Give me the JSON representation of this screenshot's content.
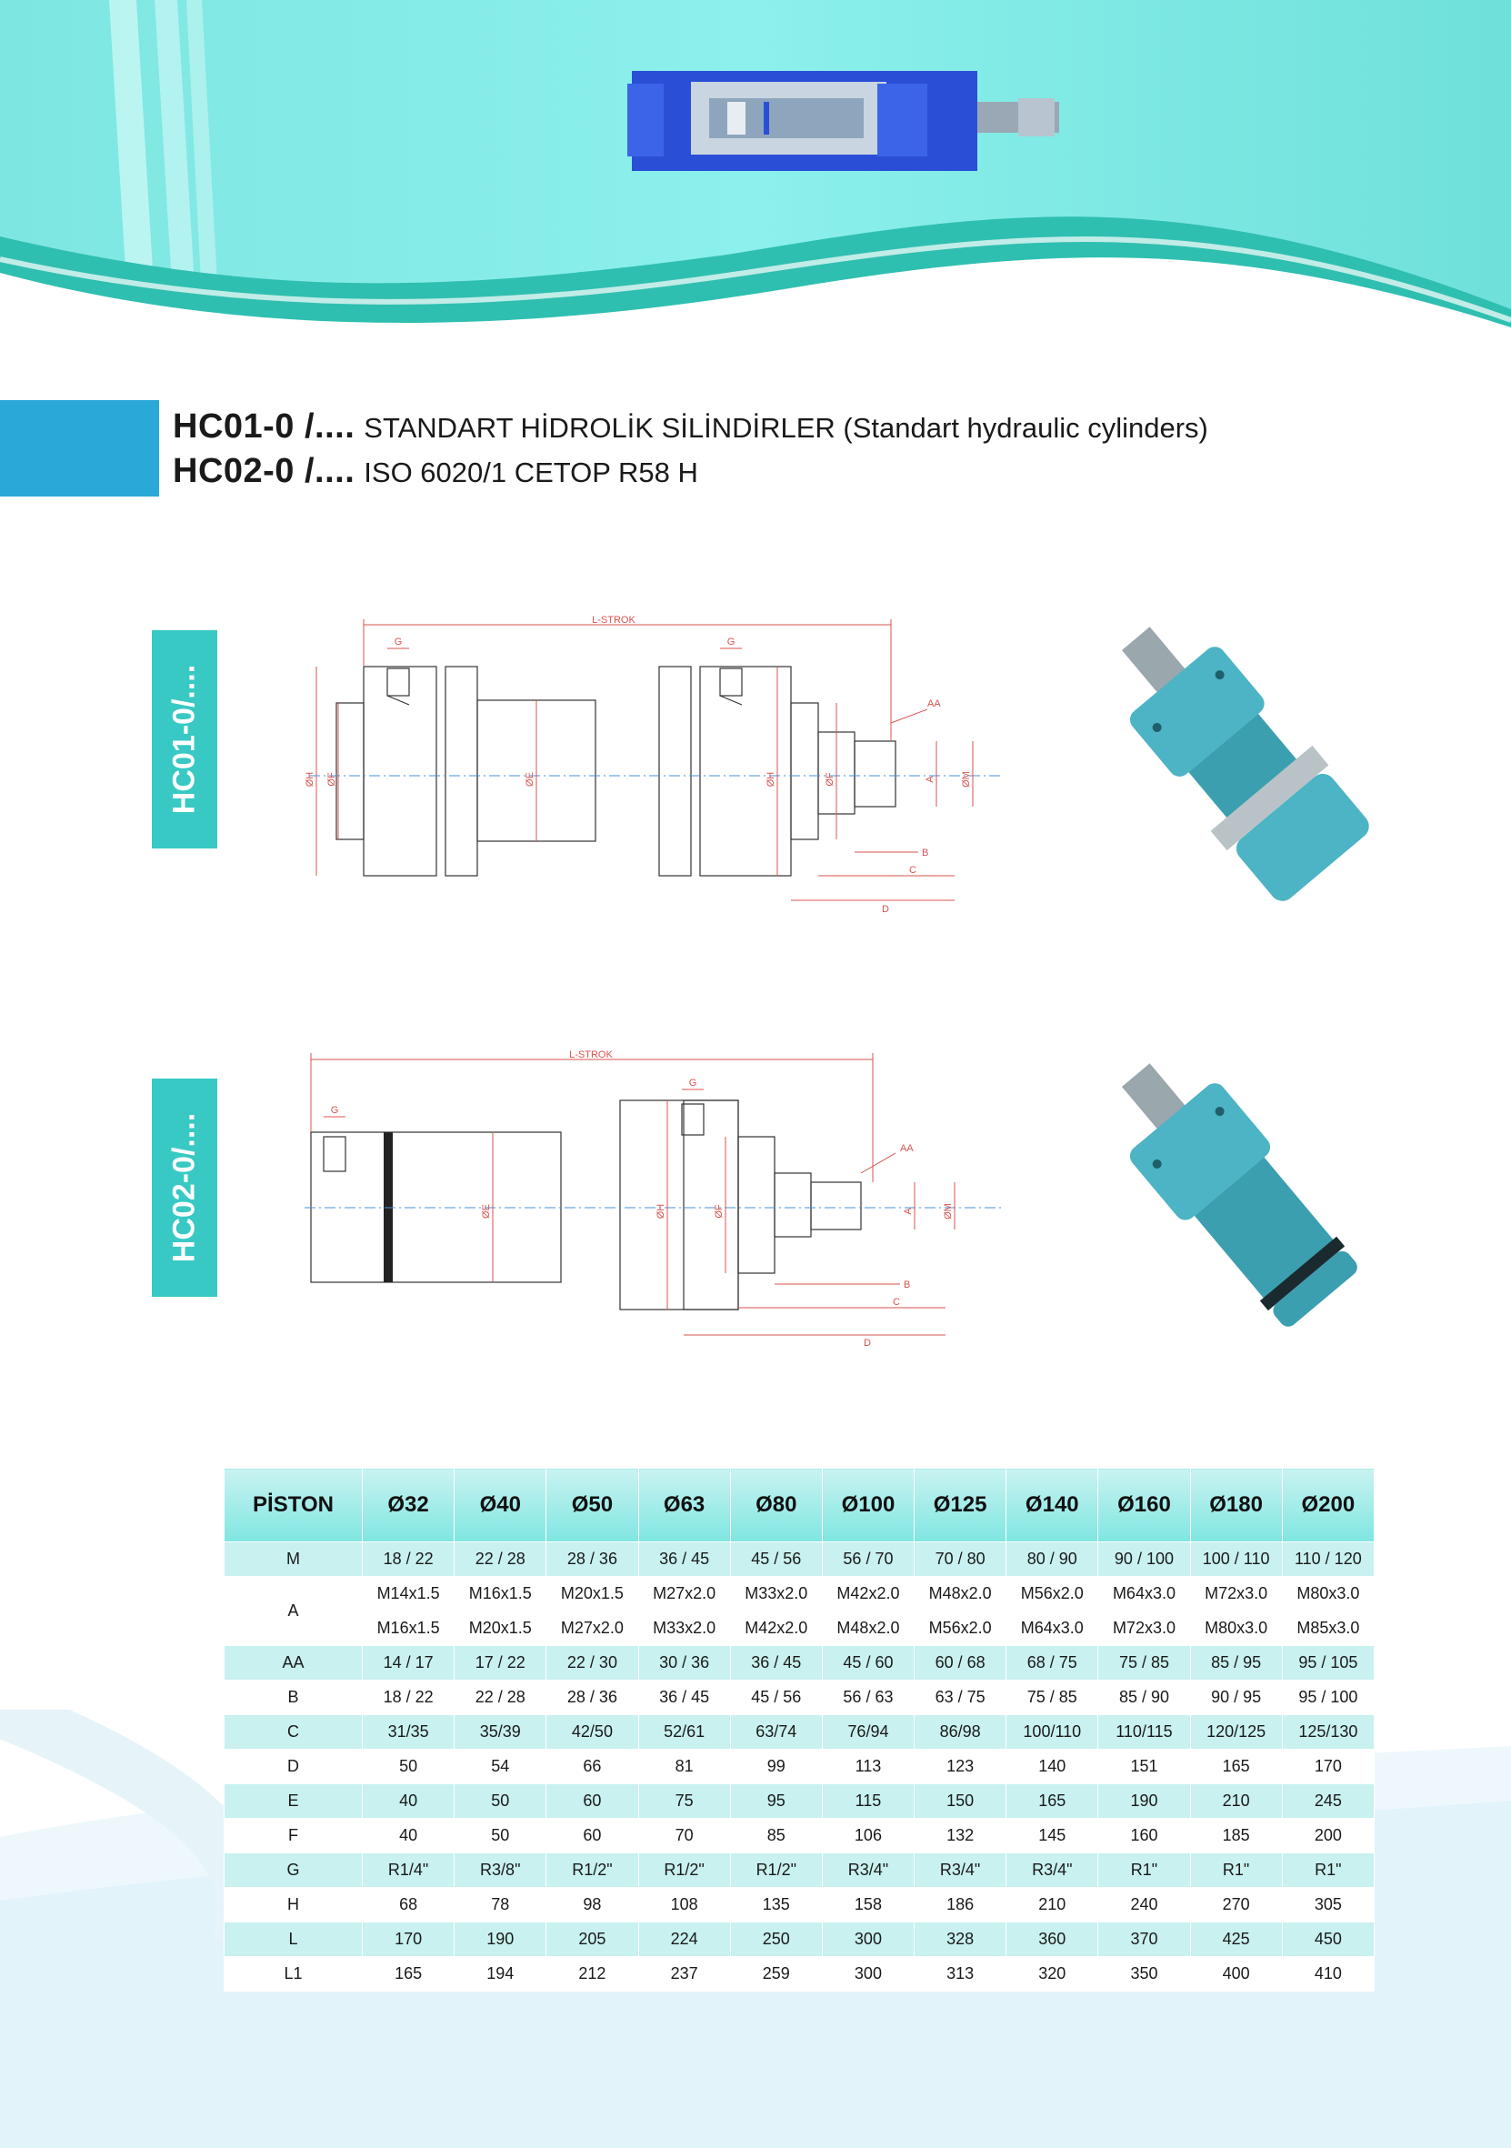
{
  "header": {
    "line1_code": "HC01-0 /....",
    "line1_desc": "STANDART HİDROLİK SİLİNDİRLER (Standart hydraulic cylinders)",
    "line2_code": "HC02-0 /....",
    "line2_desc": "ISO 6020/1 CETOP R58 H"
  },
  "sections": [
    {
      "tab": "HC01-0/....",
      "dims": {
        "length": "L-STROK",
        "g": "G",
        "aa": "AA",
        "h": "ØH",
        "f": "ØF",
        "e": "ØE",
        "h2": "ØH",
        "f2": "ØF",
        "a": "A",
        "m": "ØM",
        "b": "B",
        "c": "C",
        "d": "D"
      }
    },
    {
      "tab": "HC02-0/....",
      "dims": {
        "length": "L-STROK",
        "g1": "G",
        "g2": "G",
        "aa": "AA",
        "e": "ØE",
        "h": "ØH",
        "f": "ØF",
        "a": "A",
        "m": "ØM",
        "b": "B",
        "c": "C",
        "d": "D"
      }
    }
  ],
  "table": {
    "header": [
      "PİSTON",
      "Ø32",
      "Ø40",
      "Ø50",
      "Ø63",
      "Ø80",
      "Ø100",
      "Ø125",
      "Ø140",
      "Ø160",
      "Ø180",
      "Ø200"
    ],
    "rows": [
      {
        "label": "M",
        "values": [
          "18 / 22",
          "22 / 28",
          "28 / 36",
          "36 / 45",
          "45 / 56",
          "56 / 70",
          "70 / 80",
          "80 / 90",
          "90 / 100",
          "100 / 110",
          "110 / 120"
        ]
      },
      {
        "label": "A",
        "values": [
          "M14x1.5",
          "M16x1.5",
          "M20x1.5",
          "M27x2.0",
          "M33x2.0",
          "M42x2.0",
          "M48x2.0",
          "M56x2.0",
          "M64x3.0",
          "M72x3.0",
          "M80x3.0"
        ]
      },
      {
        "label": "",
        "values": [
          "M16x1.5",
          "M20x1.5",
          "M27x2.0",
          "M33x2.0",
          "M42x2.0",
          "M48x2.0",
          "M56x2.0",
          "M64x3.0",
          "M72x3.0",
          "M80x3.0",
          "M85x3.0"
        ]
      },
      {
        "label": "AA",
        "values": [
          "14 / 17",
          "17 / 22",
          "22 / 30",
          "30 / 36",
          "36 / 45",
          "45 / 60",
          "60 / 68",
          "68 / 75",
          "75 / 85",
          "85 / 95",
          "95 / 105"
        ]
      },
      {
        "label": "B",
        "values": [
          "18 / 22",
          "22 / 28",
          "28 / 36",
          "36 / 45",
          "45 / 56",
          "56 / 63",
          "63 / 75",
          "75 / 85",
          "85 / 90",
          "90 / 95",
          "95 / 100"
        ]
      },
      {
        "label": "C",
        "values": [
          "31/35",
          "35/39",
          "42/50",
          "52/61",
          "63/74",
          "76/94",
          "86/98",
          "100/110",
          "110/115",
          "120/125",
          "125/130"
        ]
      },
      {
        "label": "D",
        "values": [
          "50",
          "54",
          "66",
          "81",
          "99",
          "113",
          "123",
          "140",
          "151",
          "165",
          "170"
        ]
      },
      {
        "label": "E",
        "values": [
          "40",
          "50",
          "60",
          "75",
          "95",
          "115",
          "150",
          "165",
          "190",
          "210",
          "245"
        ]
      },
      {
        "label": "F",
        "values": [
          "40",
          "50",
          "60",
          "70",
          "85",
          "106",
          "132",
          "145",
          "160",
          "185",
          "200"
        ]
      },
      {
        "label": "G",
        "values": [
          "R1/4\"",
          "R3/8\"",
          "R1/2\"",
          "R1/2\"",
          "R1/2\"",
          "R3/4\"",
          "R3/4\"",
          "R3/4\"",
          "R1\"",
          "R1\"",
          "R1\""
        ]
      },
      {
        "label": "H",
        "values": [
          "68",
          "78",
          "98",
          "108",
          "135",
          "158",
          "186",
          "210",
          "240",
          "270",
          "305"
        ]
      },
      {
        "label": "L",
        "values": [
          "170",
          "190",
          "205",
          "224",
          "250",
          "300",
          "328",
          "360",
          "370",
          "425",
          "450"
        ]
      },
      {
        "label": "L1",
        "values": [
          "165",
          "194",
          "212",
          "237",
          "259",
          "300",
          "313",
          "320",
          "350",
          "400",
          "410"
        ]
      }
    ]
  },
  "colors": {
    "accent": "#2aa9d8",
    "teal": "#39c9c4",
    "dim_red": "#d9534f"
  }
}
